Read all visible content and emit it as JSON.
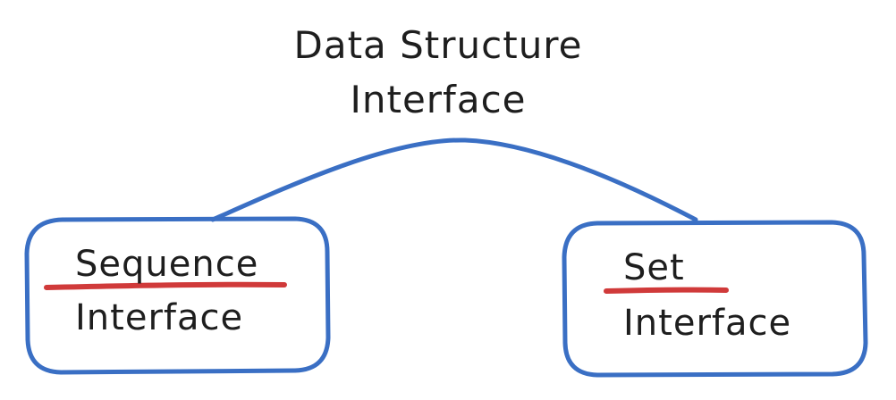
{
  "diagram": {
    "root": {
      "line1": "Data Structure",
      "line2": "Interface"
    },
    "children": [
      {
        "label": "Sequence",
        "sublabel": "Interface"
      },
      {
        "label": "Set",
        "sublabel": "Interface"
      }
    ]
  },
  "colors": {
    "box_stroke": "#3a6fc4",
    "connector": "#3a6fc4",
    "underline": "#d03a3a",
    "text": "#1e1e1e",
    "background": "#ffffff"
  }
}
